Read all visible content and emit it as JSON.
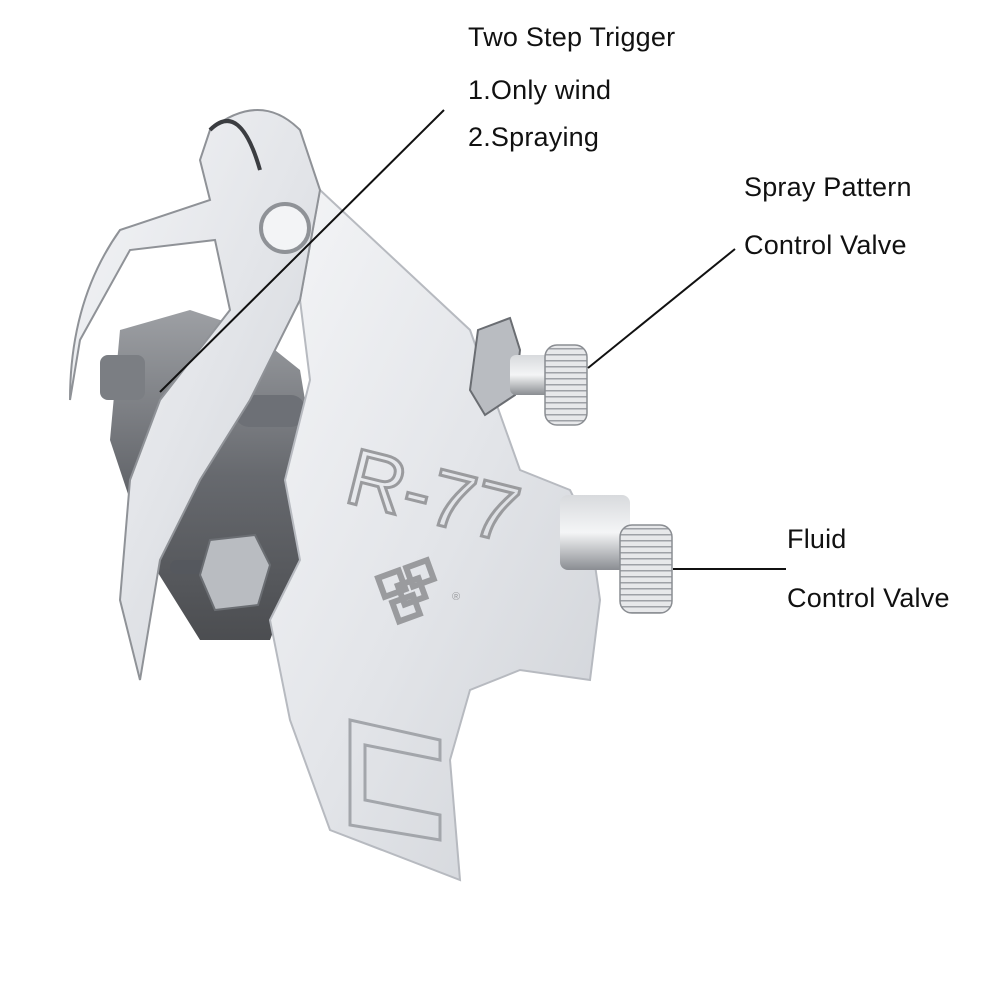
{
  "product": {
    "model_engraving": "R-77",
    "logo_mark": "brand-knot-logo",
    "registered_mark": "®"
  },
  "callouts": [
    {
      "id": "trigger",
      "lines": [
        "Two Step Trigger",
        "1.Only wind",
        "2.Spraying"
      ]
    },
    {
      "id": "spray-pattern",
      "lines": [
        "Spray Pattern",
        "Control Valve"
      ]
    },
    {
      "id": "fluid",
      "lines": [
        "Fluid",
        "Control Valve"
      ]
    }
  ],
  "colors": {
    "background": "#ffffff",
    "text": "#111111",
    "leader_line": "#111111",
    "chrome_light": "#eef0f3",
    "chrome_mid": "#c9ccd2",
    "chrome_dark": "#5a5d63",
    "engraving": "#9a9b9e"
  }
}
